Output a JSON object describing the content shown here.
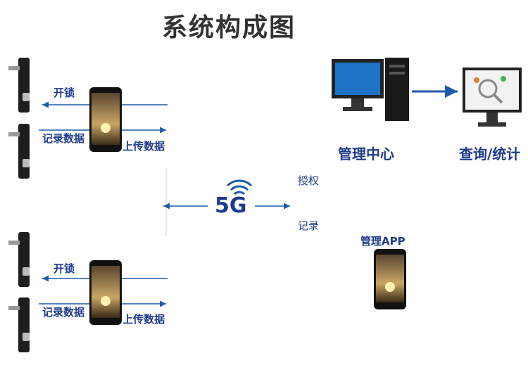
{
  "title": "系统构成图",
  "top_group": {
    "unlock": "开锁",
    "record_data": "记录数据",
    "upload_data": "上传数据"
  },
  "bottom_group": {
    "unlock": "开锁",
    "record_data": "记录数据",
    "upload_data": "上传数据"
  },
  "network": {
    "label": "5G",
    "authorize": "授权",
    "record": "记录"
  },
  "management_center": "管理中心",
  "query_stats": "查询/统计",
  "management_app": "管理APP",
  "colors": {
    "label": "#1e3c8c",
    "arrow": "#1e5aa8",
    "title": "#333333"
  }
}
